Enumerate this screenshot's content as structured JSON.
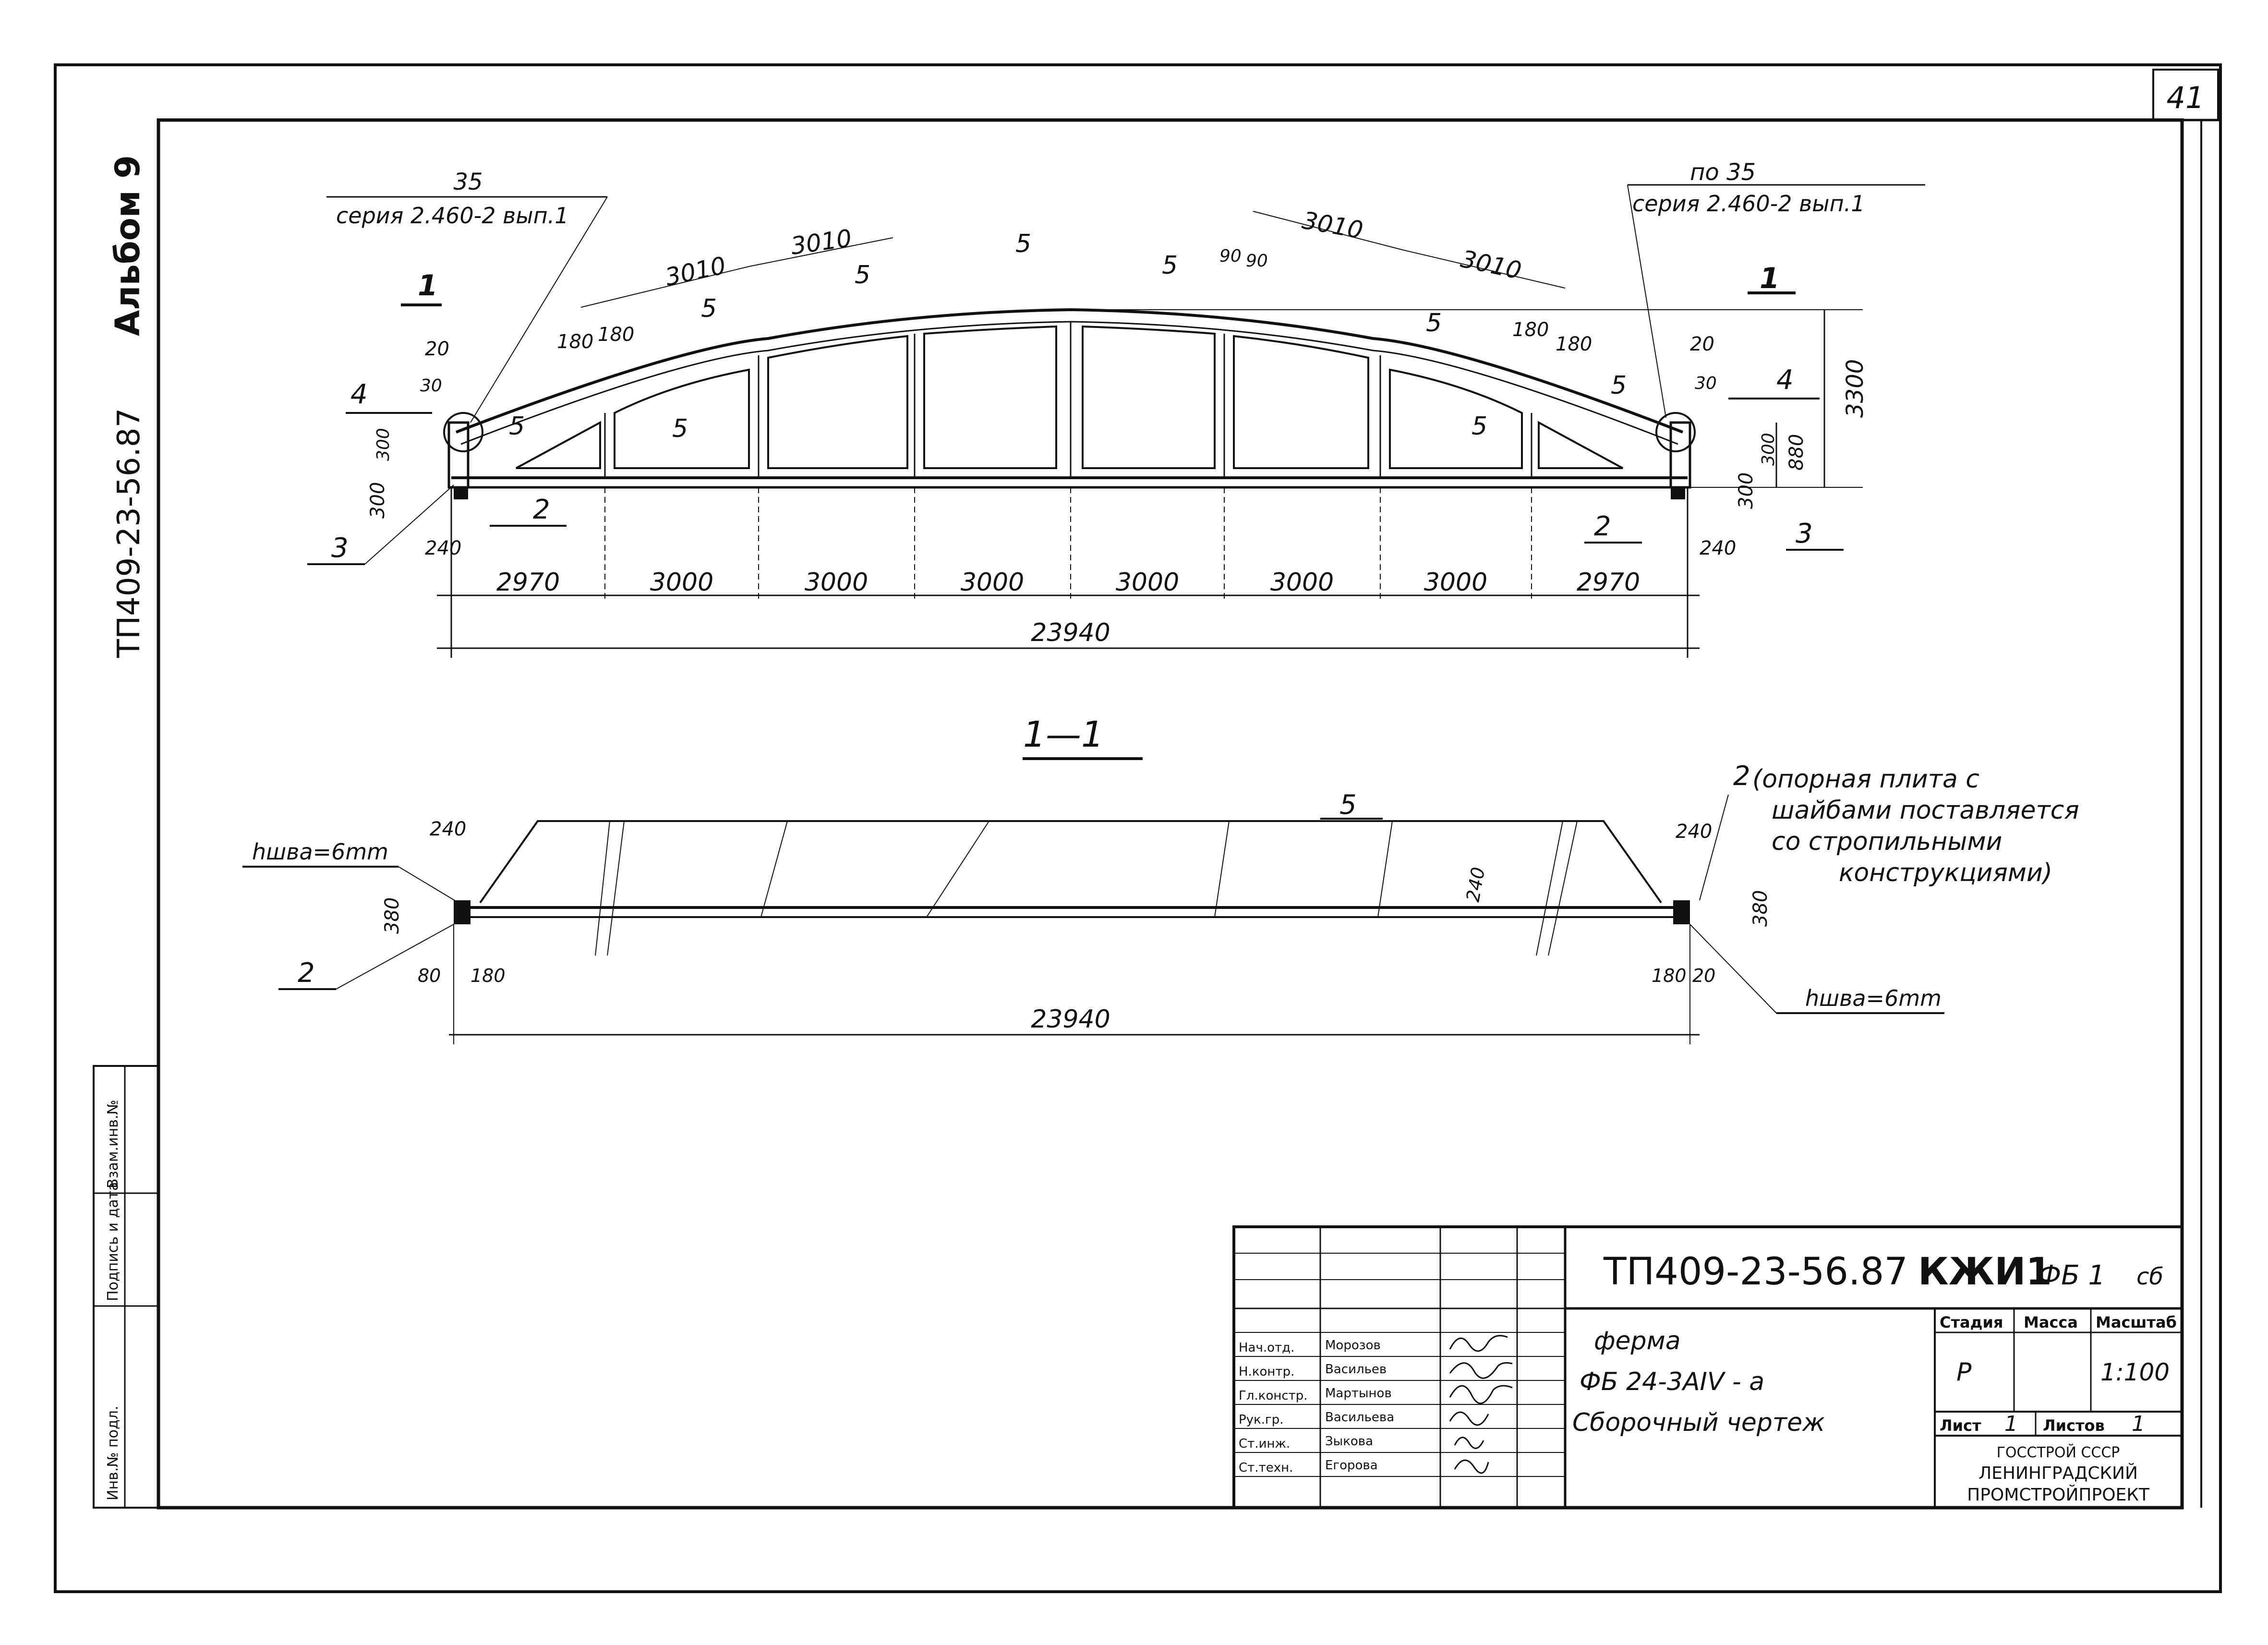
{
  "sheet": {
    "number": "41"
  },
  "side": {
    "album": "Альбом 9",
    "code": "ТП409-23-56.87"
  },
  "stamp_left": {
    "col1": "Инв.№ подл.",
    "col2": "Подпись и дата",
    "col3": "Взам.инв.№"
  },
  "elevation": {
    "series_left_num": "35",
    "series_left_text": "серия 2.460-2 вып.1",
    "series_right_num": "по 35",
    "series_right_text": "серия 2.460-2 вып.1",
    "section_mark": "1",
    "panels": [
      "2970",
      "3000",
      "3000",
      "3000",
      "3000",
      "3000",
      "3000",
      "2970"
    ],
    "total": "23940",
    "top_chord": [
      "3010",
      "3010",
      "3010",
      "3010"
    ],
    "height": "3300",
    "end_h": "880",
    "dim_180": "180",
    "dim_20": "20",
    "dim_30": "30",
    "dim_300": "300",
    "dim_240": "240",
    "dim_90": "90",
    "marks": {
      "m2": "2",
      "m3": "3",
      "m4": "4",
      "m5": "5"
    }
  },
  "section": {
    "title": "1—1",
    "mark5": "5",
    "note_num": "2",
    "note": [
      "(опорная плита с",
      "шайбами поставляется",
      "со стропильными",
      "конструкциями)"
    ],
    "weld_left": "hшва=6mm",
    "weld_right": "hшва=6mm",
    "dim_240": "240",
    "dim_380": "380",
    "dim_80": "80",
    "dim_180": "180",
    "dim_20": "20",
    "total": "23940",
    "mark2": "2"
  },
  "title_block": {
    "code": "ТП409-23-56.87",
    "kzhi": "КЖИ1",
    "mark": "ФБ 1",
    "sb": "сб",
    "name1": "ферма",
    "name2": "ФБ 24-3АIV - а",
    "name3": "Сборочный чертеж",
    "stage_h": "Стадия",
    "mass_h": "Масса",
    "scale_h": "Масштаб",
    "stage": "Р",
    "mass": "",
    "scale": "1:100",
    "list_h": "Лист",
    "list": "1",
    "lists_h": "Листов",
    "lists": "1",
    "org1": "ГОССТРОЙ СССР",
    "org2": "ЛЕНИНГРАДСКИЙ",
    "org3": "ПРОМСТРОЙПРОЕКТ",
    "people": [
      {
        "role": "Нач.отд.",
        "name": "Морозов"
      },
      {
        "role": "Н.контр.",
        "name": "Васильев"
      },
      {
        "role": "Гл.констр.",
        "name": "Мартынов"
      },
      {
        "role": "Рук.гр.",
        "name": "Васильева"
      },
      {
        "role": "Ст.инж.",
        "name": "Зыкова"
      },
      {
        "role": "Ст.техн.",
        "name": "Егорова"
      }
    ]
  }
}
